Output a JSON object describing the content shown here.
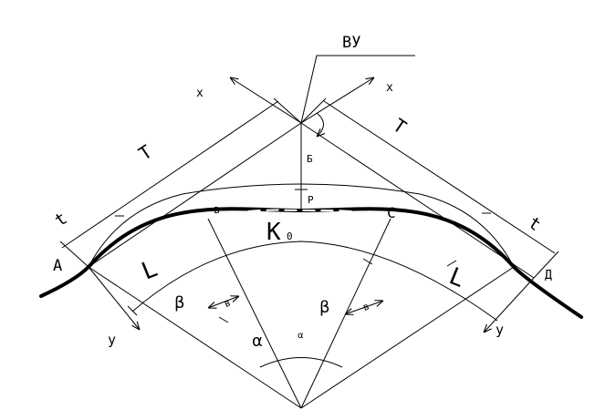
{
  "labels": {
    "vertex": "ВУ",
    "point_a": "А",
    "point_d": "Д",
    "point_b": "в",
    "point_c": "С",
    "tangent_left": "Т",
    "tangent_right": "Т",
    "t_left": "t",
    "t_right": "t",
    "l_left": "L",
    "l_right": "L",
    "k0_main": "K",
    "k0_sub": "0",
    "bisector": "Б",
    "p_label": "Р",
    "beta_left": "β",
    "beta_right": "β",
    "alpha": "α",
    "alpha_small": "α",
    "b_left": "в",
    "b_right": "в",
    "x_left": "x",
    "x_right": "x",
    "y_left": "у",
    "y_right": "у"
  }
}
